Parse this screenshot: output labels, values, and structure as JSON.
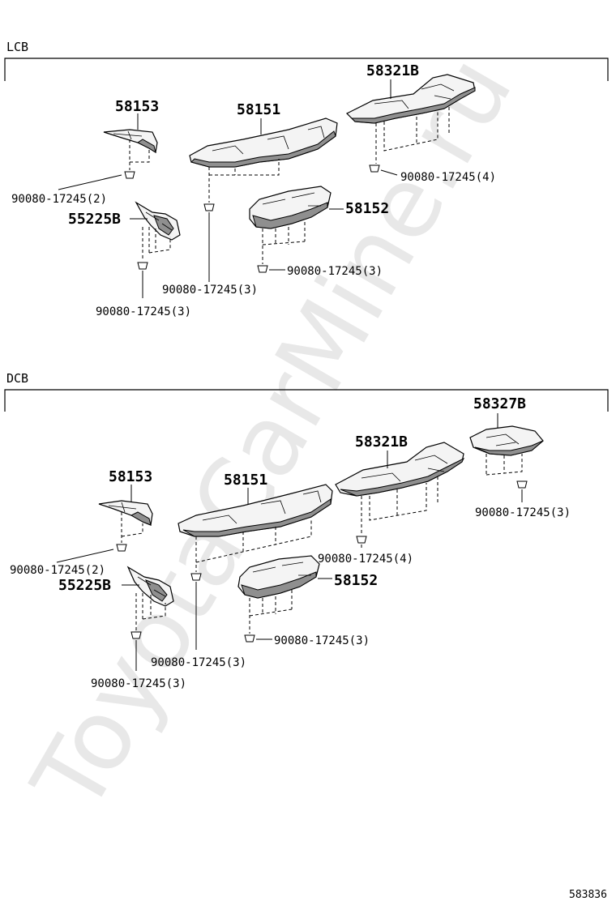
{
  "watermark": "ToyotaCarMine.ru",
  "diagram_id": "583836",
  "sections": [
    {
      "label": "LCB",
      "parts": {
        "p58153": "58153",
        "p58151": "58151",
        "p58321B": "58321B",
        "p55225B": "55225B",
        "p58152": "58152"
      },
      "fasteners": {
        "f_58153": "90080-17245(2)",
        "f_58321B": "90080-17245(4)",
        "f_58152": "90080-17245(3)",
        "f_58151": "90080-17245(3)",
        "f_55225B": "90080-17245(3)"
      }
    },
    {
      "label": "DCB",
      "parts": {
        "p58327B": "58327B",
        "p58321B": "58321B",
        "p58153": "58153",
        "p58151": "58151",
        "p55225B": "55225B",
        "p58152": "58152"
      },
      "fasteners": {
        "f_58327B": "90080-17245(3)",
        "f_58321B": "90080-17245(4)",
        "f_58153": "90080-17245(2)",
        "f_58152": "90080-17245(3)",
        "f_58151": "90080-17245(3)",
        "f_55225B": "90080-17245(3)"
      }
    }
  ]
}
